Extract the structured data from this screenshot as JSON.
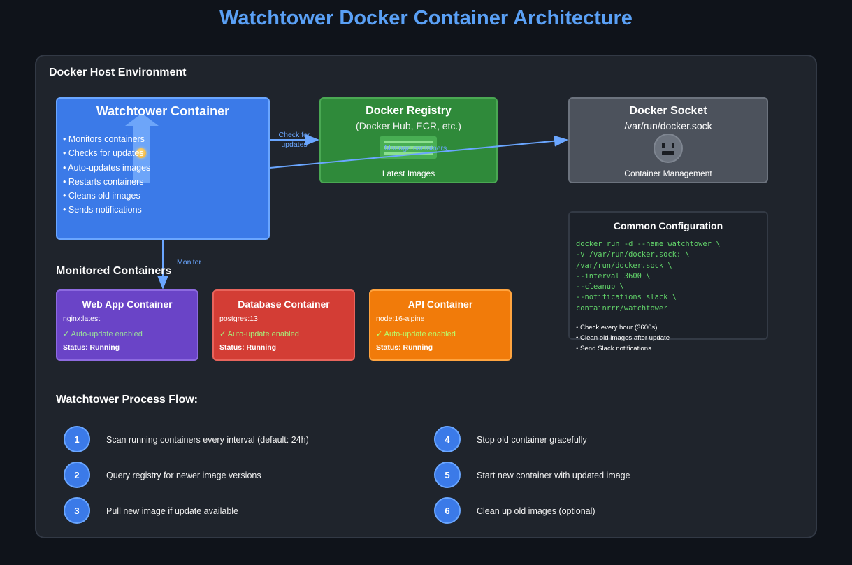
{
  "title": "Watchtower Docker Container Architecture",
  "host_label": "Docker Host Environment",
  "watchtower": {
    "title": "Watchtower Container",
    "items": [
      "Monitors containers",
      "Checks for updates",
      "Auto-updates images",
      "Restarts containers",
      "Cleans old images",
      "Sends notifications"
    ]
  },
  "registry": {
    "title": "Docker Registry",
    "subtitle": "(Docker Hub, ECR, etc.)",
    "footer": "Latest Images"
  },
  "socket": {
    "title": "Docker Socket",
    "subtitle": "/var/run/docker.sock",
    "footer": "Container Management"
  },
  "edges": {
    "check_updates": "Check for updates",
    "manage_containers": "Manage containers",
    "monitor": "Monitor"
  },
  "config": {
    "title": "Common Configuration",
    "code": [
      "docker run -d --name watchtower \\",
      "-v /var/run/docker.sock: \\",
      "/var/run/docker.sock \\",
      "--interval 3600 \\",
      "--cleanup \\",
      "--notifications slack \\",
      "containrrr/watchtower"
    ],
    "notes": [
      "Check every hour (3600s)",
      "Clean old images after update",
      "Send Slack notifications"
    ]
  },
  "monitored_label": "Monitored Containers",
  "containers": [
    {
      "title": "Web App Container",
      "image": "nginx:latest",
      "auto": "✓ Auto-update enabled",
      "status": "Status: Running",
      "auto_color": "#9be39b"
    },
    {
      "title": "Database Container",
      "image": "postgres:13",
      "auto": "✓ Auto-update enabled",
      "status": "Status: Running",
      "auto_color": "#a8f07a"
    },
    {
      "title": "API Container",
      "image": "node:16-alpine",
      "auto": "✓ Auto-update enabled",
      "status": "Status: Running",
      "auto_color": "#b8ff6a"
    }
  ],
  "flow_label": "Watchtower Process Flow:",
  "steps": [
    {
      "num": "1",
      "text": "Scan running containers every interval (default: 24h)"
    },
    {
      "num": "2",
      "text": "Query registry for newer image versions"
    },
    {
      "num": "3",
      "text": "Pull new image if update available"
    },
    {
      "num": "4",
      "text": "Stop old container gracefully"
    },
    {
      "num": "5",
      "text": "Start new container with updated image"
    },
    {
      "num": "6",
      "text": "Clean up old images (optional)"
    }
  ],
  "colors": {
    "accent": "#5aa0f5",
    "watchtower": "#3b7ae8",
    "registry": "#2f8a3a",
    "socket": "#4c525c",
    "web": "#6a44c7",
    "db": "#d33d35",
    "api": "#f17b0a"
  }
}
